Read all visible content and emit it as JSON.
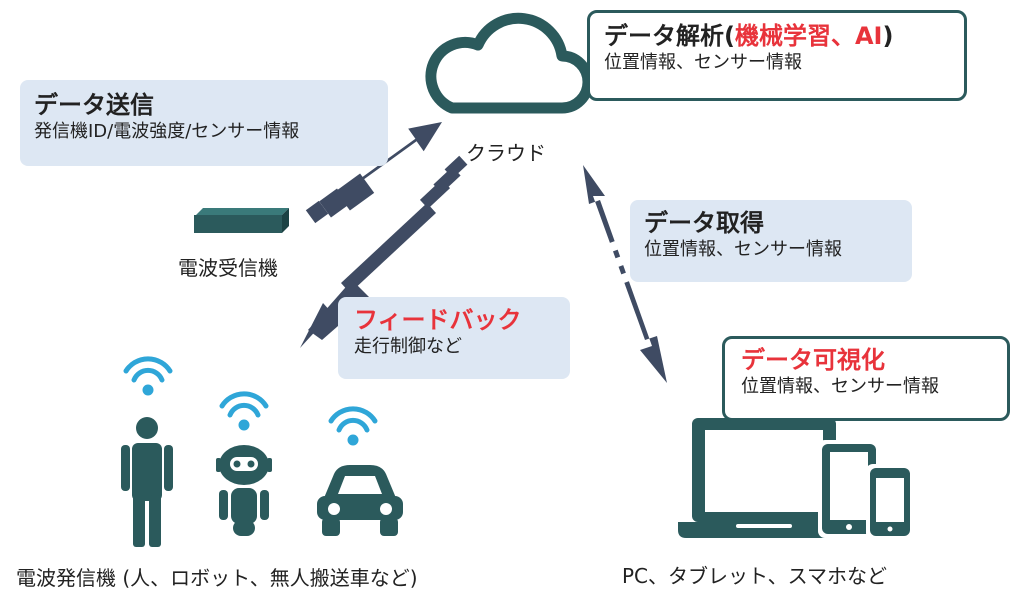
{
  "colors": {
    "teal": "#2b5a5c",
    "arrow": "#3f4b63",
    "wifi": "#2fa6d8",
    "red": "#e8333b",
    "box_fill": "#dde7f3"
  },
  "cloud": {
    "label": "クラウド",
    "icon": "cloud-icon"
  },
  "analysis": {
    "title_pre": "データ解析(",
    "title_red": "機械学習、AI",
    "title_post": ")",
    "sub": "位置情報、センサー情報"
  },
  "send": {
    "title": "データ送信",
    "sub": "発信機ID/電波強度/センサー情報"
  },
  "acquire": {
    "title": "データ取得",
    "sub": "位置情報、センサー情報"
  },
  "feedback": {
    "title": "フィードバック",
    "sub": "走行制御など"
  },
  "visualize": {
    "title": "データ可視化",
    "sub": "位置情報、センサー情報"
  },
  "receiver": {
    "label": "電波受信機",
    "icon": "receiver-icon"
  },
  "transmitters": {
    "label": "電波発信機 (人、ロボット、無人搬送車など)",
    "icons": [
      "person-icon",
      "robot-icon",
      "car-icon",
      "wifi-icon"
    ]
  },
  "devices": {
    "label": "PC、タブレット、スマホなど",
    "icons": [
      "laptop-icon",
      "tablet-icon",
      "smartphone-icon"
    ]
  }
}
